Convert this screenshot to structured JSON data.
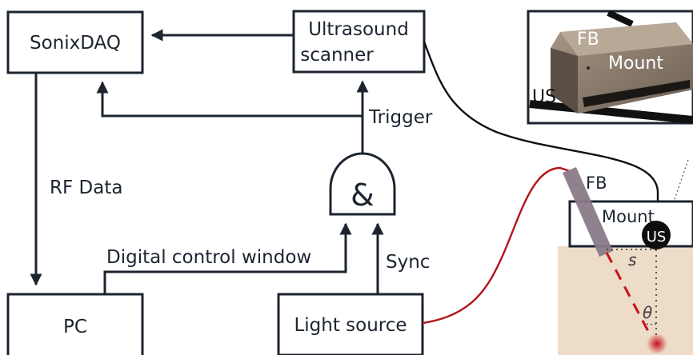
{
  "nodes": {
    "sonixdaq": "SonixDAQ",
    "scanner_line1": "Ultrasound",
    "scanner_line2": "scanner",
    "pc": "PC",
    "light_source": "Light source",
    "and_gate": "&"
  },
  "edges": {
    "trigger": "Trigger",
    "rf_data": "RF Data",
    "digital_control_window": "Digital control window",
    "sync": "Sync"
  },
  "setup": {
    "fb": "FB",
    "mount": "Mount",
    "us": "US",
    "distance_symbol": "s",
    "angle_symbol": "θ"
  },
  "photo": {
    "fb": "FB",
    "mount": "Mount",
    "us": "US"
  },
  "colors": {
    "stroke": "#1c2430",
    "fiber": "#b3151b",
    "phantom": "#ecdcc8",
    "fiber_bundle": "#8a7a89",
    "focus": "#c8101a"
  }
}
